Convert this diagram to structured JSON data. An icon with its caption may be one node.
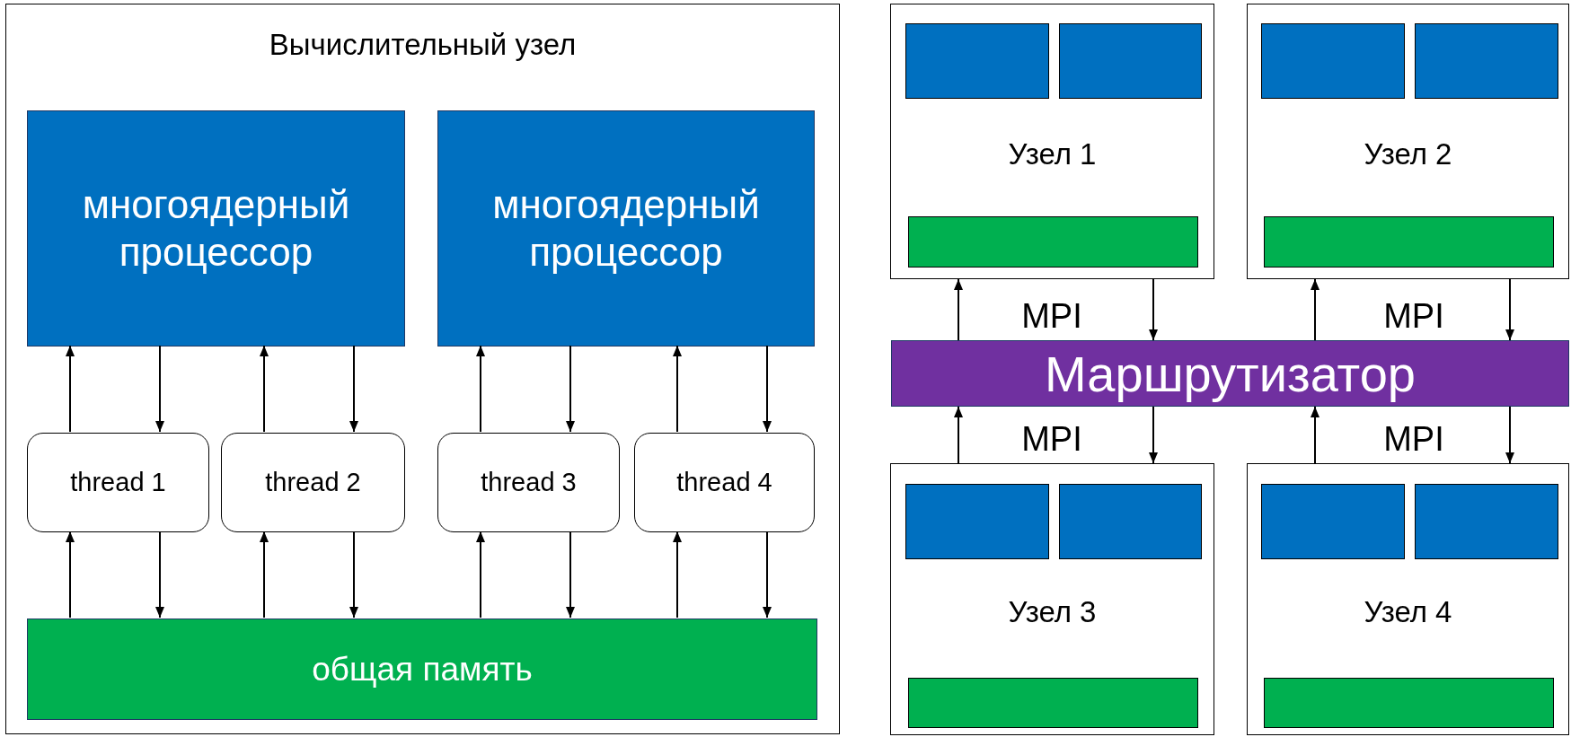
{
  "diagram": {
    "nodes": [
      {
        "text": [
          "Вычислительный узел"
        ]
      },
      {
        "text": [
          "многоядерный процессор"
        ],
        "in": 0
      },
      {
        "text": [
          "многоядерный процессор"
        ],
        "in": 0
      },
      {
        "text": [
          "thread 1"
        ],
        "in": 0
      },
      {
        "text": [
          "thread 2"
        ],
        "in": 0
      },
      {
        "text": [
          "thread 3"
        ],
        "in": 0
      },
      {
        "text": [
          "thread 4"
        ],
        "in": 0
      },
      {
        "text": [
          "общая память"
        ],
        "in": 0
      },
      {
        "text": [
          "Узел 1"
        ]
      },
      {
        "text": [],
        "shape": "box",
        "in": 8
      },
      {
        "text": [],
        "shape": "box",
        "in": 8
      },
      {
        "text": [],
        "shape": "bar",
        "in": 8
      },
      {
        "text": [
          "Узел 2"
        ]
      },
      {
        "text": [],
        "shape": "box",
        "in": 12
      },
      {
        "text": [],
        "shape": "box",
        "in": 12
      },
      {
        "text": [],
        "shape": "bar",
        "in": 12
      },
      {
        "text": [
          "Маршрутизатор"
        ]
      },
      {
        "text": [
          "Узел 3"
        ]
      },
      {
        "text": [],
        "shape": "box",
        "in": 17
      },
      {
        "text": [],
        "shape": "box",
        "in": 17
      },
      {
        "text": [],
        "shape": "bar",
        "in": 17
      },
      {
        "text": [
          "Узел 4"
        ]
      },
      {
        "text": [],
        "shape": "box",
        "in": 21
      },
      {
        "text": [],
        "shape": "box",
        "in": 21
      },
      {
        "text": [],
        "shape": "bar",
        "in": 21
      }
    ],
    "edges": [
      {
        "from": 3,
        "to": 1,
        "arrow": "to"
      },
      {
        "from": 1,
        "to": 3,
        "arrow": "to"
      },
      {
        "from": 7,
        "to": 3,
        "arrow": "to"
      },
      {
        "from": 3,
        "to": 7,
        "arrow": "to"
      },
      {
        "from": 4,
        "to": 1,
        "arrow": "to"
      },
      {
        "from": 1,
        "to": 4,
        "arrow": "to"
      },
      {
        "from": 7,
        "to": 4,
        "arrow": "to"
      },
      {
        "from": 4,
        "to": 7,
        "arrow": "to"
      },
      {
        "from": 5,
        "to": 2,
        "arrow": "to"
      },
      {
        "from": 2,
        "to": 5,
        "arrow": "to"
      },
      {
        "from": 7,
        "to": 5,
        "arrow": "to"
      },
      {
        "from": 5,
        "to": 7,
        "arrow": "to"
      },
      {
        "from": 6,
        "to": 2,
        "arrow": "to"
      },
      {
        "from": 2,
        "to": 6,
        "arrow": "to"
      },
      {
        "from": 7,
        "to": 6,
        "arrow": "to"
      },
      {
        "from": 6,
        "to": 7,
        "arrow": "to"
      },
      {
        "from": 16,
        "to": 8,
        "arrow": "to"
      },
      {
        "from": 8,
        "to": 16,
        "arrow": "to"
      },
      {
        "from": 16,
        "to": 12,
        "arrow": "to"
      },
      {
        "from": 12,
        "to": 16,
        "arrow": "to"
      },
      {
        "from": 17,
        "to": 16,
        "arrow": "to"
      },
      {
        "from": 16,
        "to": 17,
        "arrow": "to"
      },
      {
        "from": 21,
        "to": 16,
        "arrow": "to"
      },
      {
        "from": 16,
        "to": 21,
        "arrow": "to"
      }
    ],
    "labels": [
      "MPI",
      "MPI",
      "MPI",
      "MPI"
    ]
  }
}
